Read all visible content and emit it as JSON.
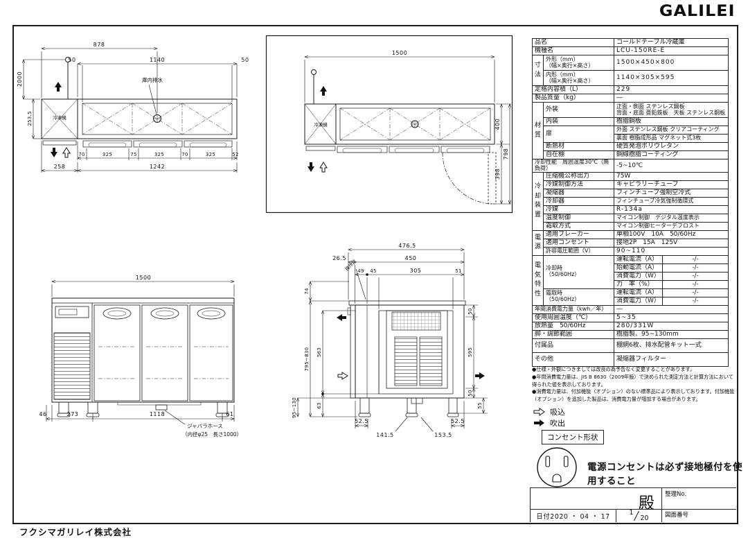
{
  "logo": "GALILEI",
  "company": "フクシマガリレイ株式会社",
  "spec": {
    "hinmei": {
      "label": "品名",
      "value": "コールドテーブル冷蔵庫"
    },
    "kishu": {
      "label": "機種名",
      "value": "LCU-150RE-E"
    },
    "dims": {
      "group": "寸\n法",
      "outer_label": "外形（mm）\n（幅×奥行×高さ）",
      "outer_value": "1500×450×800",
      "inner_label": "内形（mm）\n（幅×奥行×高さ）",
      "inner_value": "1140×305×595"
    },
    "capacity": {
      "label": "定格内容積（L）",
      "value": "229"
    },
    "weight": {
      "label": "製品質量（kg）",
      "value": "―"
    },
    "material": {
      "group": "材\n質",
      "exterior_label": "外装",
      "exterior_value": "正面・側面 ステンレス鋼板\n背面・底面 亜鉛鉄板　天板 ステンレス鋼板",
      "interior_label": "内装",
      "interior_value": "樹脂鋼板",
      "door_label": "扉",
      "door_value1": "外面 ステンレス鋼板 クリアコーティング",
      "door_value2": "裏面 樹脂成形品 マグネット式3枚",
      "insulation_label": "断熱材",
      "insulation_value": "硬質発泡ポリウレタン",
      "shelf_label": "自在棚",
      "shelf_value": "鋼線樹脂コーティング"
    },
    "cooling_perf": {
      "label": "冷却性能　周囲温度30℃（無負荷）",
      "value": "-5~10℃"
    },
    "cooling": {
      "group": "冷\n却\n装\n置",
      "rows": [
        {
          "label": "圧縮機公称出力",
          "value": "75W"
        },
        {
          "label": "冷媒制御方法",
          "value": "キャピラリーチューブ"
        },
        {
          "label": "凝縮器",
          "value": "フィンチューブ強制空冷式"
        },
        {
          "label": "冷却器",
          "value": "フィンチューブ冷気強制循環式"
        },
        {
          "label": "冷媒",
          "value": "R-134a"
        },
        {
          "label": "温度制御",
          "value": "マイコン制御　デジタル温度表示"
        },
        {
          "label": "霜取方式",
          "value": "マイコン制御ヒーターデフロスト"
        }
      ]
    },
    "power": {
      "group": "電\n源",
      "rows": [
        {
          "label": "適用ブレーカー",
          "value": "単相100V　10A　50/60Hz"
        },
        {
          "label": "適用コンセント",
          "value": "接地2P　15A　125V"
        },
        {
          "label": "許容電圧範囲（V）",
          "value": "90~110"
        }
      ]
    },
    "electric": {
      "group": "電\n気\n特\n性",
      "cool_label": "冷却時\n（50/60Hz）",
      "defrost_label": "霜取時\n（50/60Hz）",
      "rows": [
        {
          "name": "運転電流（A）",
          "value": "-/-"
        },
        {
          "name": "始動電流（A）",
          "value": "-/-"
        },
        {
          "name": "消費電力（W）",
          "value": "-/-"
        },
        {
          "name": "力　率（%）",
          "value": "-/-"
        },
        {
          "name": "運転電流（A）",
          "value": "-/-"
        },
        {
          "name": "消費電力（W）",
          "value": "-/-"
        }
      ]
    },
    "annual": {
      "label": "年間消費電力量（kwh／年）",
      "value": "―"
    },
    "ambient": {
      "label": "使用周囲温度（℃）",
      "value": "5~35"
    },
    "heat": {
      "label": "放熱量　50/60Hz",
      "value": "280/331W"
    },
    "legs": {
      "label": "脚・調節範囲",
      "value": "樹脂製、95~130mm"
    },
    "accessories": {
      "label": "付属品",
      "value": "棚網6枚、排水配管キット一式"
    },
    "other": {
      "label": "その他",
      "value": "凝縮器フィルター"
    }
  },
  "notes": [
    "●仕様・外観につきましては改良の為予告なく変更することがあります。",
    "●年間消費電力量は、JIS B 8630（2009年版）で決められた測定方法と計算方法において得られた値を表示しております。",
    "●消費電力量は、付加機能（オプション）のない標準品により表示しております。付加機能（オプション）を追加した製品は、消費電力量が増加する場合があります。"
  ],
  "legend": {
    "suction": "吸込",
    "blowout": "吹出"
  },
  "outlet": {
    "box_label": "コンセント形状",
    "warning": "電源コンセントは必ず接地極付を使用すること"
  },
  "title_block": {
    "dono": "殿",
    "seiri_label": "整理No.",
    "date": "日付2020 ・ 04 ・ 17",
    "scale_num": "1",
    "scale_den": "20",
    "zuban_label": "図面番号"
  },
  "drawings": {
    "plan_left": {
      "dim_878": "878",
      "dim_50l": "50",
      "dim_1140": "1140",
      "dim_50r": "50",
      "dim_2000": "2000",
      "dim_253_5": "253.5",
      "dim_70a": "70",
      "dim_325a": "325",
      "dim_75": "75",
      "dim_325b": "325",
      "dim_70b": "70",
      "dim_325c": "325",
      "dim_52": "52",
      "dim_258": "258",
      "dim_1242": "1242",
      "label_drain": "庫内排水",
      "label_unit": "冷凍機"
    },
    "plan_open": {
      "dim_1500": "1500",
      "dim_400": "400",
      "dim_398": "398",
      "dim_798": "798",
      "label_unit": "冷凍機"
    },
    "front": {
      "dim_1500": "1500",
      "dim_46": "46",
      "dim_273": "273",
      "dim_1118": "1118",
      "dim_61": "61",
      "label_hose1": "ジャバラホース",
      "label_hose2": "（内径φ25　長さ1000）"
    },
    "side": {
      "dim_476_5": "476.5",
      "dim_26_5": "26.5",
      "dim_450": "450",
      "dim_49": "49",
      "dim_45": "45",
      "dim_305": "305",
      "dim_51": "51",
      "dim_74": "74",
      "dim_range_h": "795~830",
      "dim_563": "563",
      "dim_63": "63",
      "dim_range_leg": "95~130",
      "dim_50a": "50",
      "dim_595": "595",
      "dim_50b": "50",
      "dim_55": "55",
      "dim_52_5a": "52.5",
      "dim_141_5": "141.5",
      "dim_153_5": "153.5",
      "dim_52_5b": "52.5",
      "label_panel": "操作盤"
    }
  }
}
